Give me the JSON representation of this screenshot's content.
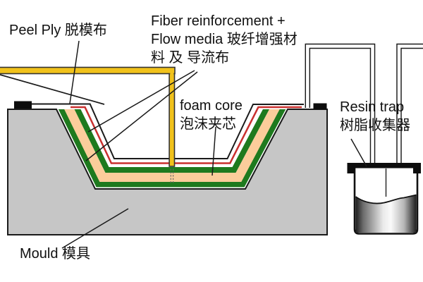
{
  "labels": {
    "peel_ply": {
      "text": "Peel Ply 脱模布"
    },
    "fiber": {
      "line1": "Fiber reinforcement +",
      "line2": "Flow media 玻纤增强材",
      "line3": "料 及 导流布"
    },
    "foam": {
      "line1": "foam core",
      "line2": "泡沫夹芯"
    },
    "resin_trap": {
      "line1": "Resin trap",
      "line2": "树脂收集器"
    },
    "mould": {
      "text": "Mould 模具"
    }
  },
  "colors": {
    "background": "#ffffff",
    "mould_gray": "#c6c6c6",
    "outline": "#1a1a1a",
    "fiber_green": "#1e7a1e",
    "foam_peach": "#fbcd9b",
    "peel_ply_red": "#c9302f",
    "inlet_yellow": "#f1c21b",
    "dash_gray": "#666666",
    "text": "#111111"
  }
}
